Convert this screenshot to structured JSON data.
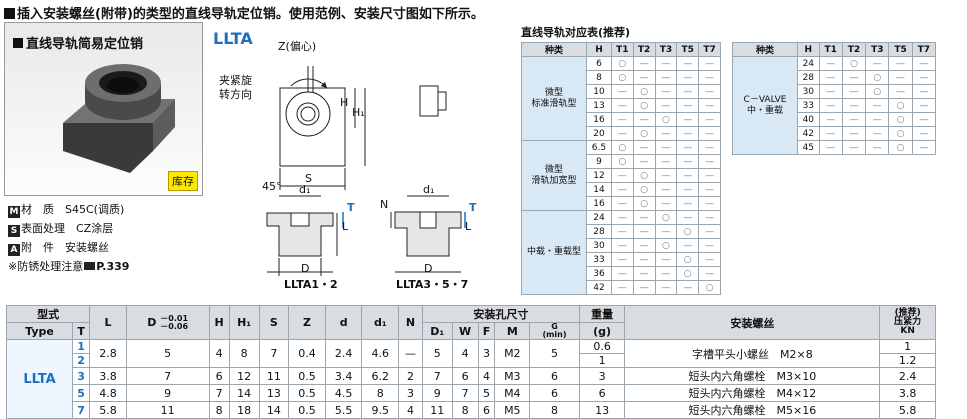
{
  "page": {
    "title": "插入安装螺丝(附带)的类型的直线导轨定位销。使用范例、安装尺寸图如下所示。"
  },
  "product": {
    "name": "直线导轨简易定位销",
    "stock_label": "库存",
    "specs": [
      {
        "badge": "M",
        "label": "材　质",
        "value": "S45C(调质)"
      },
      {
        "badge": "S",
        "label": "表面处理",
        "value": "CZ涂层"
      },
      {
        "badge": "A",
        "label": "附　件",
        "value": "安装螺丝"
      }
    ],
    "note": "※防锈处理注意",
    "note_ref": "P.339"
  },
  "drawing": {
    "model": "LLTA",
    "labels": {
      "z": "Z(偏心)",
      "rotate": "夹紧旋\n转方向",
      "h": "H",
      "h1": "H₁",
      "s": "S",
      "d1": "d₁",
      "d": "D",
      "l": "L",
      "t": "T",
      "n": "N",
      "angle": "45°",
      "variant1": "LLTA1・2",
      "variant2": "LLTA3・5・7"
    }
  },
  "rail_table": {
    "title": "直线导轨对应表(推荐)",
    "headers": [
      "种类",
      "H",
      "T1",
      "T2",
      "T3",
      "T5",
      "T7"
    ],
    "left_groups": [
      {
        "name": "微型\n标准滑轨型",
        "rows": [
          {
            "h": "6",
            "c": [
              "○",
              "—",
              "—",
              "—",
              "—"
            ]
          },
          {
            "h": "8",
            "c": [
              "○",
              "—",
              "—",
              "—",
              "—"
            ]
          },
          {
            "h": "10",
            "c": [
              "—",
              "○",
              "—",
              "—",
              "—"
            ]
          },
          {
            "h": "13",
            "c": [
              "—",
              "○",
              "—",
              "—",
              "—"
            ]
          },
          {
            "h": "16",
            "c": [
              "—",
              "—",
              "○",
              "—",
              "—"
            ]
          },
          {
            "h": "20",
            "c": [
              "—",
              "○",
              "—",
              "—",
              "—"
            ]
          }
        ]
      },
      {
        "name": "微型\n滑轨加宽型",
        "rows": [
          {
            "h": "6.5",
            "c": [
              "○",
              "—",
              "—",
              "—",
              "—"
            ]
          },
          {
            "h": "9",
            "c": [
              "○",
              "—",
              "—",
              "—",
              "—"
            ]
          },
          {
            "h": "12",
            "c": [
              "—",
              "○",
              "—",
              "—",
              "—"
            ]
          },
          {
            "h": "14",
            "c": [
              "—",
              "○",
              "—",
              "—",
              "—"
            ]
          },
          {
            "h": "16",
            "c": [
              "—",
              "○",
              "—",
              "—",
              "—"
            ]
          }
        ]
      },
      {
        "name": "中载・重载型",
        "rows": [
          {
            "h": "24",
            "c": [
              "—",
              "—",
              "○",
              "—",
              "—"
            ]
          },
          {
            "h": "28",
            "c": [
              "—",
              "—",
              "—",
              "○",
              "—"
            ]
          },
          {
            "h": "30",
            "c": [
              "—",
              "—",
              "○",
              "—",
              "—"
            ]
          },
          {
            "h": "33",
            "c": [
              "—",
              "—",
              "—",
              "○",
              "—"
            ]
          },
          {
            "h": "36",
            "c": [
              "—",
              "—",
              "—",
              "○",
              "—"
            ]
          },
          {
            "h": "42",
            "c": [
              "—",
              "—",
              "—",
              "—",
              "○"
            ]
          }
        ]
      }
    ],
    "right_groups": [
      {
        "name": "C－VALVE\n中・重载",
        "rows": [
          {
            "h": "24",
            "c": [
              "—",
              "○",
              "—",
              "—",
              "—"
            ]
          },
          {
            "h": "28",
            "c": [
              "—",
              "—",
              "○",
              "—",
              "—"
            ]
          },
          {
            "h": "30",
            "c": [
              "—",
              "—",
              "○",
              "—",
              "—"
            ]
          },
          {
            "h": "33",
            "c": [
              "—",
              "—",
              "—",
              "○",
              "—"
            ]
          },
          {
            "h": "40",
            "c": [
              "—",
              "—",
              "—",
              "○",
              "—"
            ]
          },
          {
            "h": "42",
            "c": [
              "—",
              "—",
              "—",
              "○",
              "—"
            ]
          },
          {
            "h": "45",
            "c": [
              "—",
              "—",
              "—",
              "○",
              "—"
            ]
          }
        ]
      }
    ]
  },
  "dim_table": {
    "h_model": "型式",
    "h_type": "Type",
    "h_t": "T",
    "h_L": "L",
    "h_D": "D",
    "h_D_tol_upper": "－0.01",
    "h_D_tol_lower": "－0.06",
    "h_H": "H",
    "h_H1": "H₁",
    "h_S": "S",
    "h_Z": "Z",
    "h_d": "d",
    "h_d1": "d₁",
    "h_N": "N",
    "h_hole": "安装孔尺寸",
    "h_D1": "D₁",
    "h_W": "W",
    "h_F": "F",
    "h_M": "M",
    "h_G": "G",
    "h_G_sub": "(min)",
    "h_weight": "重量",
    "h_weight_unit": "(g)",
    "h_screw": "安装螺丝",
    "h_force1": "(推荐)",
    "h_force2": "压紧力",
    "h_force3": "KN",
    "type_name": "LLTA",
    "rows": [
      {
        "t": "1",
        "L": "2.8",
        "D": "5",
        "H": "4",
        "H1": "8",
        "S": "7",
        "Z": "0.4",
        "d": "2.4",
        "d1": "4.6",
        "N": "—",
        "D1": "5",
        "W": "4",
        "F": "3",
        "M": "M2",
        "G": "5",
        "wt": "0.6",
        "screw": "字槽平头小螺丝　M2×8",
        "kn": "1"
      },
      {
        "t": "2",
        "wt": "1",
        "kn": "1.2"
      },
      {
        "t": "3",
        "L": "3.8",
        "D": "7",
        "H": "6",
        "H1": "12",
        "S": "11",
        "Z": "0.5",
        "d": "3.4",
        "d1": "6.2",
        "N": "2",
        "D1": "7",
        "W": "6",
        "F": "4",
        "M": "M3",
        "G": "6",
        "wt": "3",
        "screw": "短头内六角螺栓　M3×10",
        "kn": "2.4"
      },
      {
        "t": "5",
        "L": "4.8",
        "D": "9",
        "H": "7",
        "H1": "14",
        "S": "13",
        "Z": "0.5",
        "d": "4.5",
        "d1": "8",
        "N": "3",
        "D1": "9",
        "W": "7",
        "F": "5",
        "M": "M4",
        "G": "6",
        "wt": "6",
        "screw": "短头内六角螺栓　M4×12",
        "kn": "3.8"
      },
      {
        "t": "7",
        "L": "5.8",
        "D": "11",
        "H": "8",
        "H1": "18",
        "S": "14",
        "Z": "0.5",
        "d": "5.5",
        "d1": "9.5",
        "N": "4",
        "D1": "11",
        "W": "8",
        "F": "6",
        "M": "M5",
        "G": "8",
        "wt": "13",
        "screw": "短头内六角螺栓　M5×16",
        "kn": "5.8"
      }
    ]
  }
}
